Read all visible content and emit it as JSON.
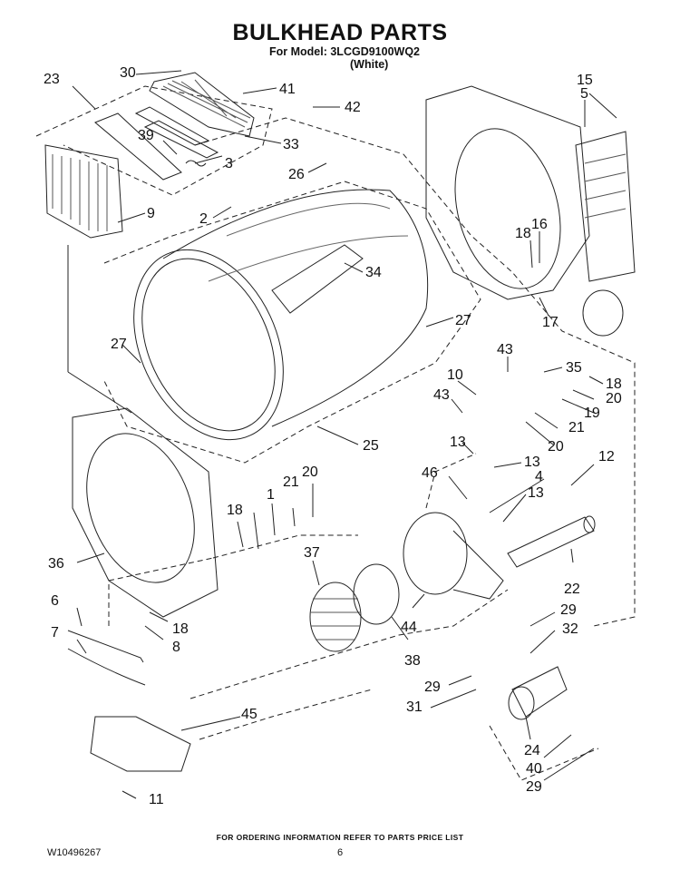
{
  "header": {
    "title": "BULKHEAD PARTS",
    "model_line": "For Model: 3LCGD9100WQ2",
    "color_line": "(White)"
  },
  "callouts": [
    "30",
    "41",
    "42",
    "23",
    "39",
    "33",
    "3",
    "26",
    "9",
    "2",
    "34",
    "15",
    "5",
    "18",
    "16",
    "17",
    "27",
    "27",
    "43",
    "35",
    "18",
    "10",
    "43",
    "20",
    "19",
    "21",
    "20",
    "25",
    "13",
    "13",
    "46",
    "4",
    "13",
    "12",
    "21",
    "20",
    "1",
    "18",
    "36",
    "37",
    "22",
    "29",
    "32",
    "6",
    "18",
    "7",
    "8",
    "44",
    "38",
    "29",
    "31",
    "45",
    "24",
    "40",
    "29",
    "11"
  ],
  "footer": {
    "ordering_note": "FOR ORDERING INFORMATION REFER TO PARTS PRICE LIST",
    "doc_number": "W10496267",
    "page_number": "6"
  }
}
